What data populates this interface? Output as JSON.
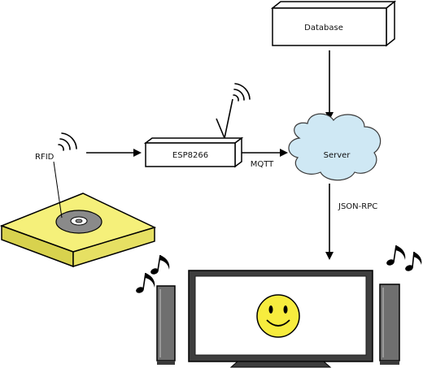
{
  "labels": {
    "database": "Database",
    "esp": "ESP8266",
    "server": "Server",
    "rfid": "RFID",
    "mqtt": "MQTT",
    "jsonrpc": "JSON-RPC"
  },
  "colors": {
    "reader_top": "#f5f07a",
    "reader_side": "#d8d24e",
    "cloud": "#cfe8f4",
    "smiley": "#f7ec3e",
    "speaker": "#6f6f6f",
    "tv_frame": "#3e3e3e"
  },
  "icons": [
    "rfid-waves-icon",
    "antenna-waves-icon",
    "music-note-icon",
    "smiley-icon",
    "disc-icon"
  ]
}
